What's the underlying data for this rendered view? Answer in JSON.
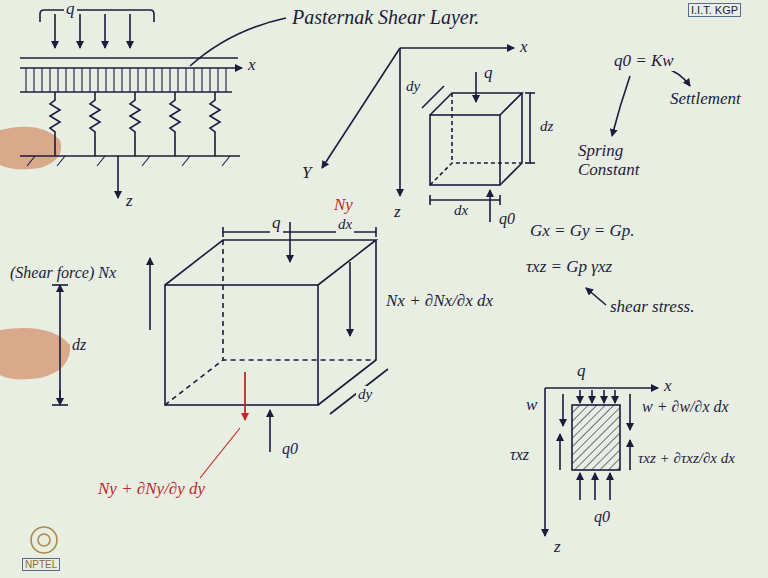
{
  "diagram": {
    "labels": [
      "I.I.T. KGP",
      "q",
      "Pasternak Shear Layer.",
      "x",
      "z",
      "x",
      "Y",
      "dy",
      "q",
      "dz",
      "z",
      "dx",
      "q0",
      "q0 = Kw",
      "Settlement",
      "Spring Constant",
      "Ny",
      "q",
      "dx",
      "(Shear force) Nx",
      "Nx + ∂Nx/∂x dx",
      "Gx = Gy = Gp.",
      "τxz = Gp γxz",
      "shear stress.",
      "dz",
      "dy",
      "q0",
      "Ny + ∂Ny/∂y dy",
      "q",
      "x",
      "w",
      "w + ∂w/∂x dx",
      "τxz",
      "τxz + ∂τxz/∂x dx",
      "z",
      "q0",
      "NPTEL"
    ]
  }
}
